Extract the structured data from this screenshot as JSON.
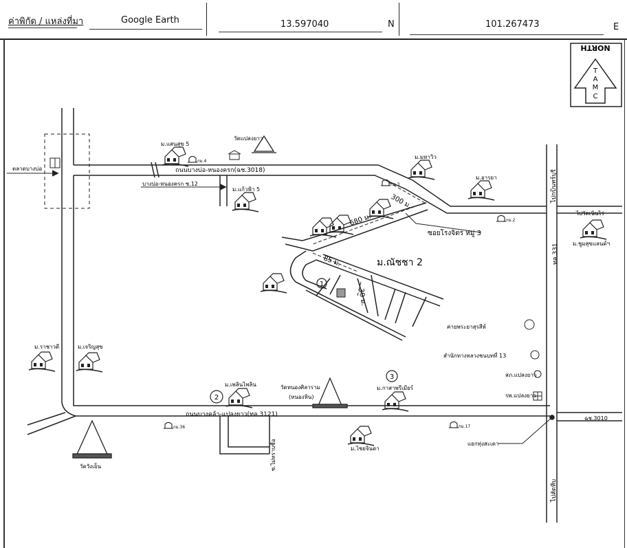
{
  "header": {
    "source_label": "ค่าพิกัด / แหล่งที่มา",
    "source_value": "Google Earth",
    "latitude": "13.597040",
    "lat_suffix": "N",
    "longitude": "101.267473",
    "lon_suffix": "E"
  },
  "north_arrow": {
    "letters": [
      "T",
      "A",
      "M",
      "C"
    ],
    "top_label": "NORTH"
  },
  "roads": {
    "bangpo_nongkrok": "ถนนบางบ่อ-หนองครก(ฉช.3018)",
    "bangkla_plaengyao": "ถนนบางคล้า-แปลงยาว(ทล.3121)",
    "soi_12": "บางบ่อ-หนองครก ซ.12",
    "soi_rongchit": "ซอยโรงจิตร หมู่ 3",
    "tl331": "ทล.331",
    "to_kabin": "ไปกบินทร์บุรี",
    "to_watyenyai": "ไปวัดเนินไร่",
    "to_sattahip": "ไปสัตหีบ",
    "vertical_label": "ซ.ไม่ทราบชื่อ",
    "market": "ตลาดบางบ่อ",
    "intersection": "แยกทุ่งสะเดา",
    "ch3010": "ฉช.3010"
  },
  "distances": [
    "300 ม.",
    "680 ม.",
    "85 ม.",
    "30 ม."
  ],
  "places": {
    "wat_plong_yao": "วัดแปลงยาว",
    "wat_nong_sila": "วัดหนองศิลาราม",
    "wat_nong_sila_sub": "(หนองหิน)",
    "wat_wang_yen": "วัดวังเย็น",
    "camp": "ค่ายพระยาสุรสีห์",
    "police": "สำนักทางหลวงชนบทที่ 13",
    "station": "สภ.แปลงยาว",
    "hospital": "รพ.แปลงยาว",
    "subject": "ม.ณัชชา 2",
    "villages": {
      "saensuk": "ม.แสนสุข 5",
      "kaewfa": "ม.แก้วฟ้า 5",
      "mahaview": "ม.มหาวิว",
      "arya": "ม.อารยา",
      "sukkasem": "ม.ชูมสุขแลนด์ฯ",
      "rachawadee": "ม.ราชาวดี",
      "charoensuk": "ม.เจริญสุข",
      "thongthin": "ม.เพลินไพลิน",
      "kasaypaet": "ม.กาสาพรีเมียร์",
      "chaiyachinda": "ม.ไชยจินดา"
    }
  },
  "km_markers": [
    "กม.4",
    "กม.3",
    "กม.2",
    "กม.36",
    "กม.17"
  ],
  "circles": [
    "1",
    "2",
    "3"
  ]
}
